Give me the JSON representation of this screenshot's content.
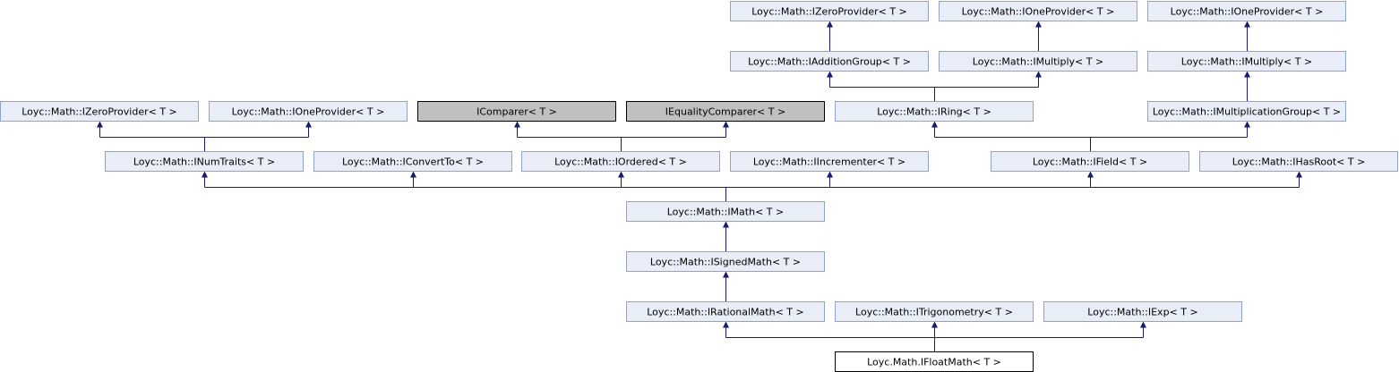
{
  "nodes": [
    {
      "id": "zero1",
      "label": "Loyc::Math::IZeroProvider< T >",
      "style": "normal"
    },
    {
      "id": "one1",
      "label": "Loyc::Math::IOneProvider< T >",
      "style": "normal"
    },
    {
      "id": "one2",
      "label": "Loyc::Math::IOneProvider< T >",
      "style": "normal"
    },
    {
      "id": "addgroup",
      "label": "Loyc::Math::IAdditionGroup< T >",
      "style": "normal"
    },
    {
      "id": "mul1",
      "label": "Loyc::Math::IMultiply< T >",
      "style": "normal"
    },
    {
      "id": "mul2",
      "label": "Loyc::Math::IMultiply< T >",
      "style": "normal"
    },
    {
      "id": "zero2",
      "label": "Loyc::Math::IZeroProvider< T >",
      "style": "normal"
    },
    {
      "id": "one3",
      "label": "Loyc::Math::IOneProvider< T >",
      "style": "normal"
    },
    {
      "id": "icomparer",
      "label": "IComparer< T >",
      "style": "gray"
    },
    {
      "id": "iequality",
      "label": "IEqualityComparer< T >",
      "style": "gray"
    },
    {
      "id": "iring",
      "label": "Loyc::Math::IRing< T >",
      "style": "normal"
    },
    {
      "id": "imulgroup",
      "label": "Loyc::Math::IMultiplicationGroup< T >",
      "style": "normal"
    },
    {
      "id": "inumtraits",
      "label": "Loyc::Math::INumTraits< T >",
      "style": "normal"
    },
    {
      "id": "iconvert",
      "label": "Loyc::Math::IConvertTo< T >",
      "style": "normal"
    },
    {
      "id": "iordered",
      "label": "Loyc::Math::IOrdered< T >",
      "style": "normal"
    },
    {
      "id": "iincrementer",
      "label": "Loyc::Math::IIncrementer< T >",
      "style": "normal"
    },
    {
      "id": "ifield",
      "label": "Loyc::Math::IField< T >",
      "style": "normal"
    },
    {
      "id": "ihasroot",
      "label": "Loyc::Math::IHasRoot< T >",
      "style": "normal"
    },
    {
      "id": "imath",
      "label": "Loyc::Math::IMath< T >",
      "style": "normal"
    },
    {
      "id": "isigned",
      "label": "Loyc::Math::ISignedMath< T >",
      "style": "normal"
    },
    {
      "id": "irational",
      "label": "Loyc::Math::IRationalMath< T >",
      "style": "normal"
    },
    {
      "id": "itrig",
      "label": "Loyc::Math::ITrigonometry< T >",
      "style": "normal"
    },
    {
      "id": "iexp",
      "label": "Loyc::Math::IExp< T >",
      "style": "normal"
    },
    {
      "id": "ifloat",
      "label": "Loyc.Math.IFloatMath< T >",
      "style": "current"
    }
  ],
  "edges": [
    {
      "from": "addgroup",
      "to": "zero1"
    },
    {
      "from": "mul1",
      "to": "one1"
    },
    {
      "from": "mul2",
      "to": "one2"
    },
    {
      "from": "iring",
      "to": "addgroup"
    },
    {
      "from": "iring",
      "to": "mul1"
    },
    {
      "from": "imulgroup",
      "to": "mul2"
    },
    {
      "from": "inumtraits",
      "to": "zero2"
    },
    {
      "from": "inumtraits",
      "to": "one3"
    },
    {
      "from": "iordered",
      "to": "icomparer"
    },
    {
      "from": "iordered",
      "to": "iequality"
    },
    {
      "from": "ifield",
      "to": "iring"
    },
    {
      "from": "ifield",
      "to": "imulgroup"
    },
    {
      "from": "imath",
      "to": "inumtraits"
    },
    {
      "from": "imath",
      "to": "iconvert"
    },
    {
      "from": "imath",
      "to": "iordered"
    },
    {
      "from": "imath",
      "to": "iincrementer"
    },
    {
      "from": "imath",
      "to": "ifield"
    },
    {
      "from": "imath",
      "to": "ihasroot"
    },
    {
      "from": "isigned",
      "to": "imath"
    },
    {
      "from": "irational",
      "to": "isigned"
    },
    {
      "from": "ifloat",
      "to": "irational"
    },
    {
      "from": "ifloat",
      "to": "itrig"
    },
    {
      "from": "ifloat",
      "to": "iexp"
    }
  ]
}
